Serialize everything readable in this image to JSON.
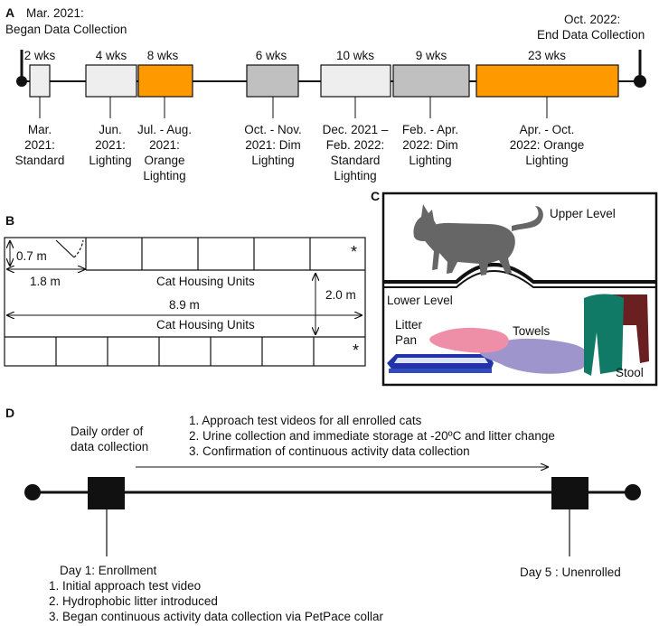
{
  "panels": {
    "a": "A",
    "b": "B",
    "c": "C",
    "d": "D"
  },
  "timeline": {
    "start_lines": [
      "Mar. 2021:",
      "Began Data Collection"
    ],
    "end_lines": [
      "Oct. 2022:",
      "End Data Collection"
    ],
    "blocks": [
      {
        "weeks": "2 wks",
        "color": "#eeeeee",
        "lines": [
          "Mar.",
          "2021:",
          "Standard"
        ]
      },
      {
        "weeks": "4 wks",
        "color": "#eeeeee",
        "lines": [
          "Jun.",
          "2021:",
          "Lighting"
        ]
      },
      {
        "weeks": "8 wks",
        "color": "#ff9900",
        "lines": [
          "Jul. - Aug.",
          "2021:",
          "Orange",
          "Lighting"
        ]
      },
      {
        "weeks": "6 wks",
        "color": "#c0c0c0",
        "lines": [
          "Oct. - Nov.",
          "2021: Dim",
          "Lighting"
        ]
      },
      {
        "weeks": "10 wks",
        "color": "#eeeeee",
        "lines": [
          "Dec. 2021 –",
          "Feb. 2022:",
          "Standard",
          "Lighting"
        ]
      },
      {
        "weeks": "9 wks",
        "color": "#c0c0c0",
        "lines": [
          "Feb. - Apr.",
          "2022: Dim",
          "Lighting"
        ]
      },
      {
        "weeks": "23 wks",
        "color": "#ff9900",
        "lines": [
          "Apr. - Oct.",
          "2022: Orange",
          "Lighting"
        ]
      }
    ]
  },
  "room": {
    "unit_label_top": "Cat Housing Units",
    "unit_label_bottom": "Cat Housing Units",
    "door_width": "0.7 m",
    "corridor_segment": "1.8 m",
    "room_length": "8.9 m",
    "room_width": "2.0 m",
    "marker_top": "*",
    "marker_bottom": "*"
  },
  "cage": {
    "upper_level": "Upper Level",
    "lower_level": "Lower Level",
    "litter_pan": [
      "Litter",
      "Pan"
    ],
    "towels": "Towels",
    "stool": "Stool"
  },
  "protocol": {
    "daily_order": [
      "Daily order of",
      "data collection"
    ],
    "daily_steps": [
      "1. Approach test videos for all enrolled cats",
      "2. Urine collection and immediate storage at -20ºC and litter change",
      "3. Confirmation of continuous activity data collection"
    ],
    "day1_title": "Day 1: Enrollment",
    "day1_steps": [
      "1. Initial approach test video",
      "2. Hydrophobic litter introduced",
      "3. Began continuous activity data collection via PetPace collar"
    ],
    "day5_title": "Day 5 : Unenrolled"
  }
}
